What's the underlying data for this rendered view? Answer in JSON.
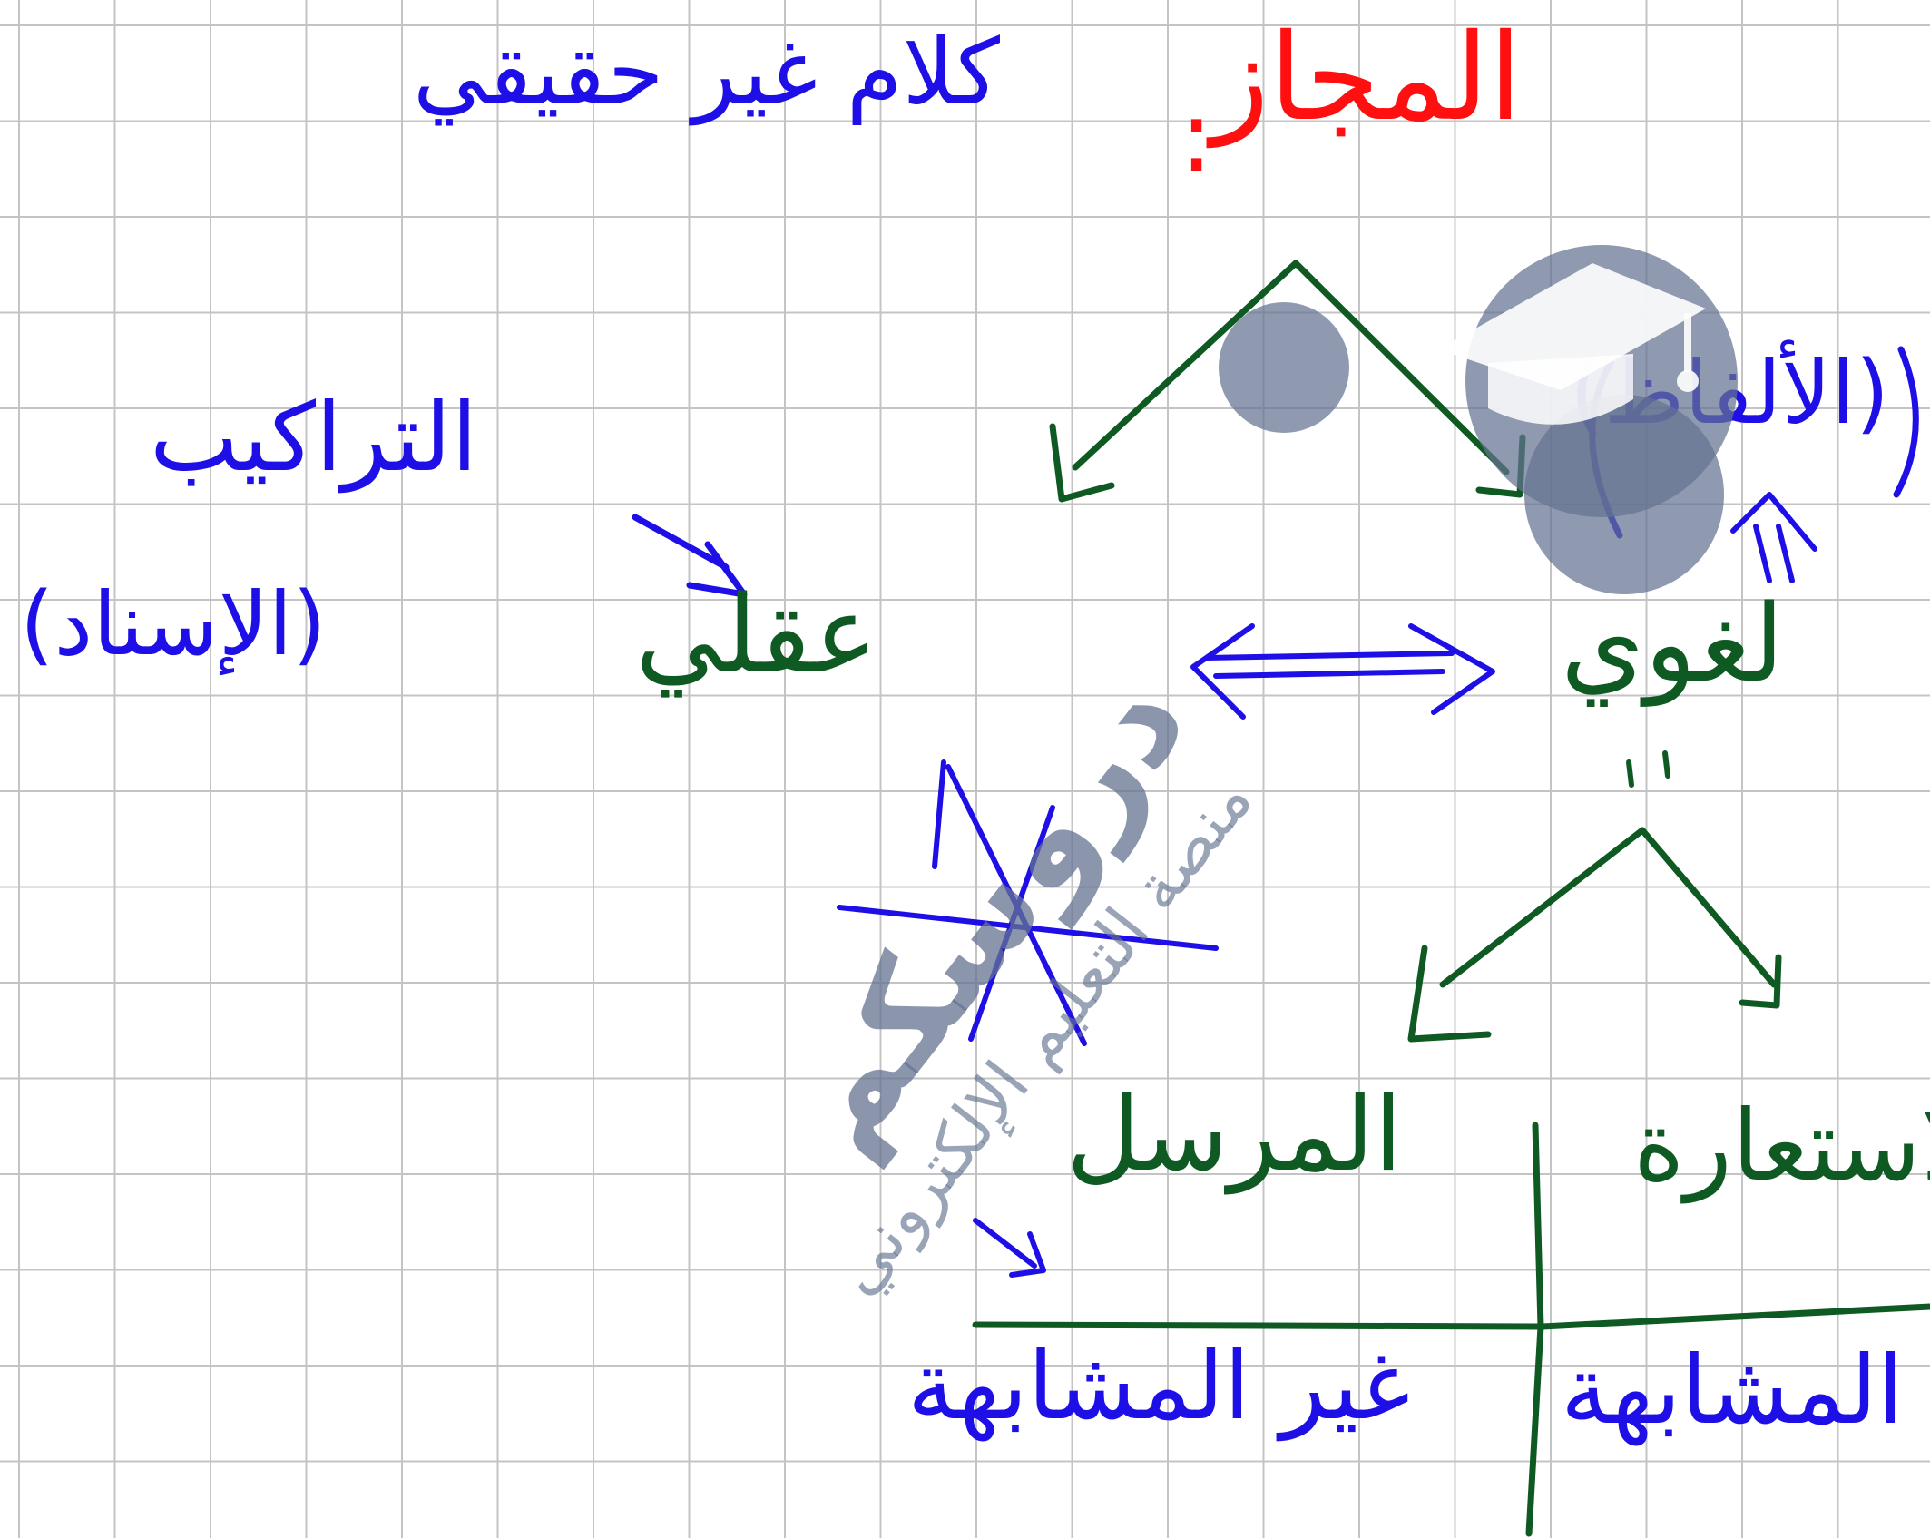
{
  "diagram": {
    "root": {
      "label": "المجاز",
      "separator": ":"
    },
    "definition": "كلام غير حقيقي",
    "left_branch": {
      "label": "عقلي",
      "note_top": "التراكيب",
      "note_bottom": "(الإسناد)"
    },
    "right_branch": {
      "label": "لغوي",
      "note": "(الألفاظ)",
      "children": [
        {
          "label": "المرسل",
          "relation": "غير المشابهة"
        },
        {
          "label": "الاستعارة",
          "relation": "المشابهة"
        }
      ]
    }
  },
  "watermark": {
    "brand": "دروسكم",
    "tagline": "منصة التعليم الإلكتروني"
  },
  "colors": {
    "root": "#ff0f0f",
    "annotation": "#1e0fe6",
    "structure": "#0f5a23",
    "watermark": "#6c7a96",
    "grid": "#c4c4c4"
  },
  "icons": {
    "watermark_logo": "graduation-cap-icon",
    "crossed_out_mark": "cross-out-icon"
  }
}
